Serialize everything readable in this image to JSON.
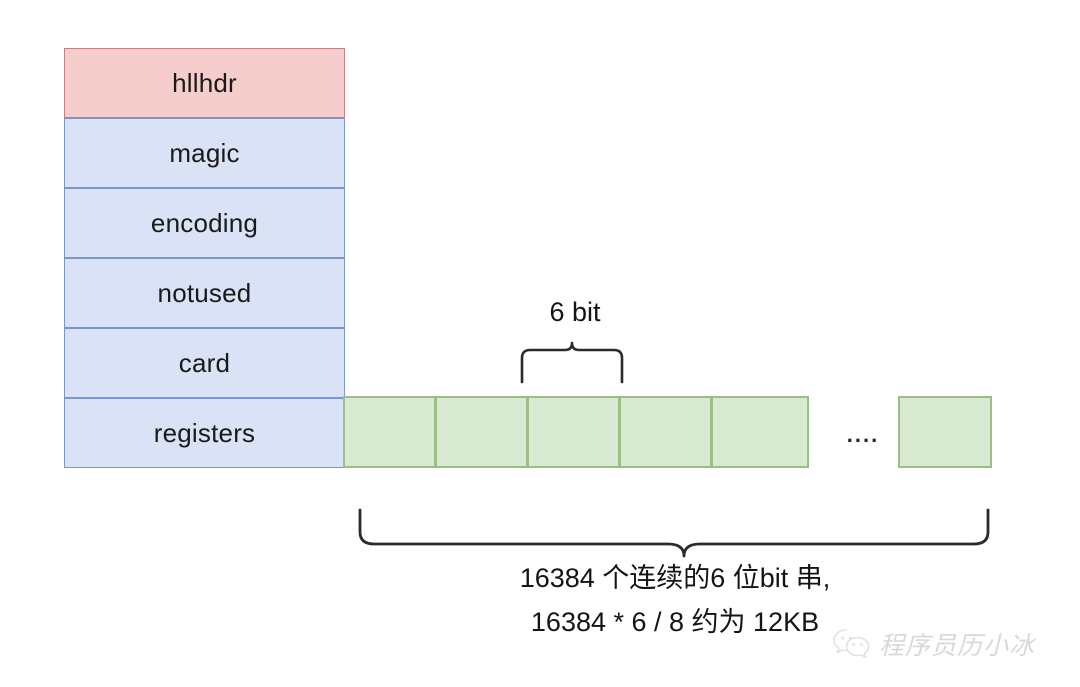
{
  "diagram": {
    "title": "Redis HyperLogLog hllhdr structure",
    "colors": {
      "header_fill": "#f5cdcd",
      "header_border": "#c08282",
      "field_fill": "#d9e3f5",
      "field_border": "#7a96c9",
      "register_fill": "#d9ead3",
      "register_border": "#9cbf84",
      "text": "#141414",
      "brace": "#2b2b2b",
      "watermark": "#b9b9b9"
    },
    "struct": {
      "name": "hllhdr",
      "rows": [
        {
          "label": "hllhdr",
          "kind": "header"
        },
        {
          "label": "magic",
          "kind": "field"
        },
        {
          "label": "encoding",
          "kind": "field"
        },
        {
          "label": "notused",
          "kind": "field"
        },
        {
          "label": "card",
          "kind": "field"
        },
        {
          "label": "registers",
          "kind": "field"
        }
      ]
    },
    "registers": {
      "visible_cells": 5,
      "ellipsis": "....",
      "trailing_cells": 1,
      "cell_label": "6 bit",
      "bit_brace_label": "6 bit"
    },
    "caption": {
      "line1": "16384 个连续的6 位bit 串,",
      "line2": "16384 * 6 / 8 约为 12KB"
    },
    "watermark": {
      "icon": "wechat-icon",
      "text": "程序员历小冰"
    }
  }
}
